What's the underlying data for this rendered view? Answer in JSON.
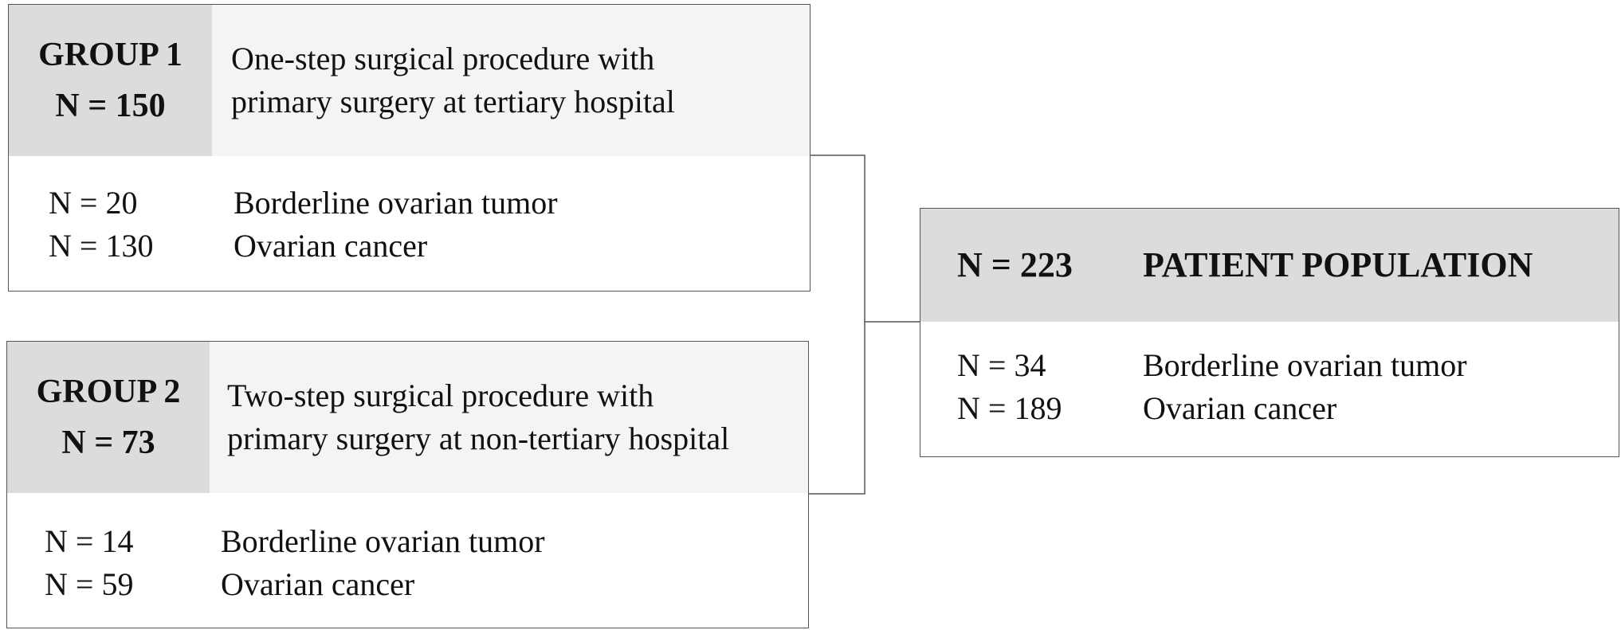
{
  "group1": {
    "title": "GROUP 1",
    "n": "N = 150",
    "desc_line1": "One-step surgical procedure with",
    "desc_line2": "primary surgery at tertiary hospital",
    "rows": [
      {
        "n": "N = 20",
        "label": "Borderline ovarian tumor"
      },
      {
        "n": "N = 130",
        "label": "Ovarian cancer"
      }
    ]
  },
  "group2": {
    "title": "GROUP 2",
    "n": "N = 73",
    "desc_line1": "Two-step surgical procedure with",
    "desc_line2": "primary surgery at non-tertiary hospital",
    "rows": [
      {
        "n": "N = 14",
        "label": "Borderline ovarian tumor"
      },
      {
        "n": "N = 59",
        "label": "Ovarian cancer"
      }
    ]
  },
  "population": {
    "n": "N = 223",
    "title": "PATIENT POPULATION",
    "rows": [
      {
        "n": "N = 34",
        "label": "Borderline ovarian tumor"
      },
      {
        "n": "N = 189",
        "label": "Ovarian cancer"
      }
    ]
  }
}
